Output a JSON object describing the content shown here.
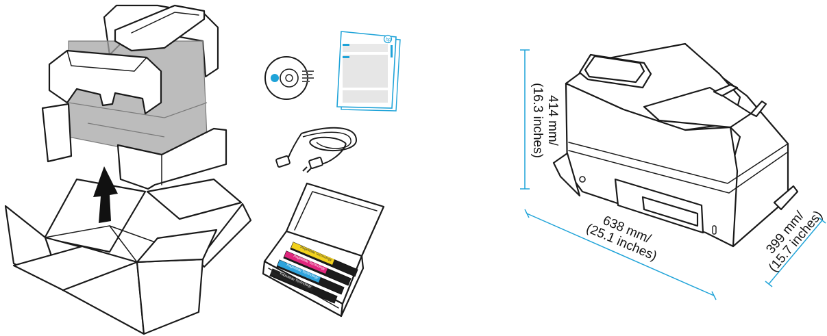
{
  "colors": {
    "accent": "#1fa3d8",
    "ink": "#1a1a1a",
    "printer_gray": "#9c9c9c",
    "ink_cyan": "#2ea3dc",
    "ink_magenta": "#e0267d",
    "ink_yellow": "#f3d21e",
    "ink_black": "#222222"
  },
  "items": {
    "cd_icon": "cd-disc-icon",
    "docs_icon": "documentation-sheets-icon",
    "hp_logo_icon": "hp-logo-icon",
    "power_cord_icon": "power-cord-icon",
    "arrow_icon": "lift-up-arrow-icon",
    "cartridges": [
      {
        "color_name": "yellow",
        "label": "PageWide Technology"
      },
      {
        "color_name": "magenta",
        "label": "PageWide Technology"
      },
      {
        "color_name": "cyan",
        "label": "PageWide Technology"
      },
      {
        "color_name": "black",
        "label": "PageWide Technology"
      }
    ]
  },
  "dimensions": {
    "height_mm": "414 mm/",
    "height_in": "(16.3 inches)",
    "width_mm": "638 mm/",
    "width_in": "(25.1 inches)",
    "depth_mm": "399 mm/",
    "depth_in": "(15.7 inches)"
  }
}
